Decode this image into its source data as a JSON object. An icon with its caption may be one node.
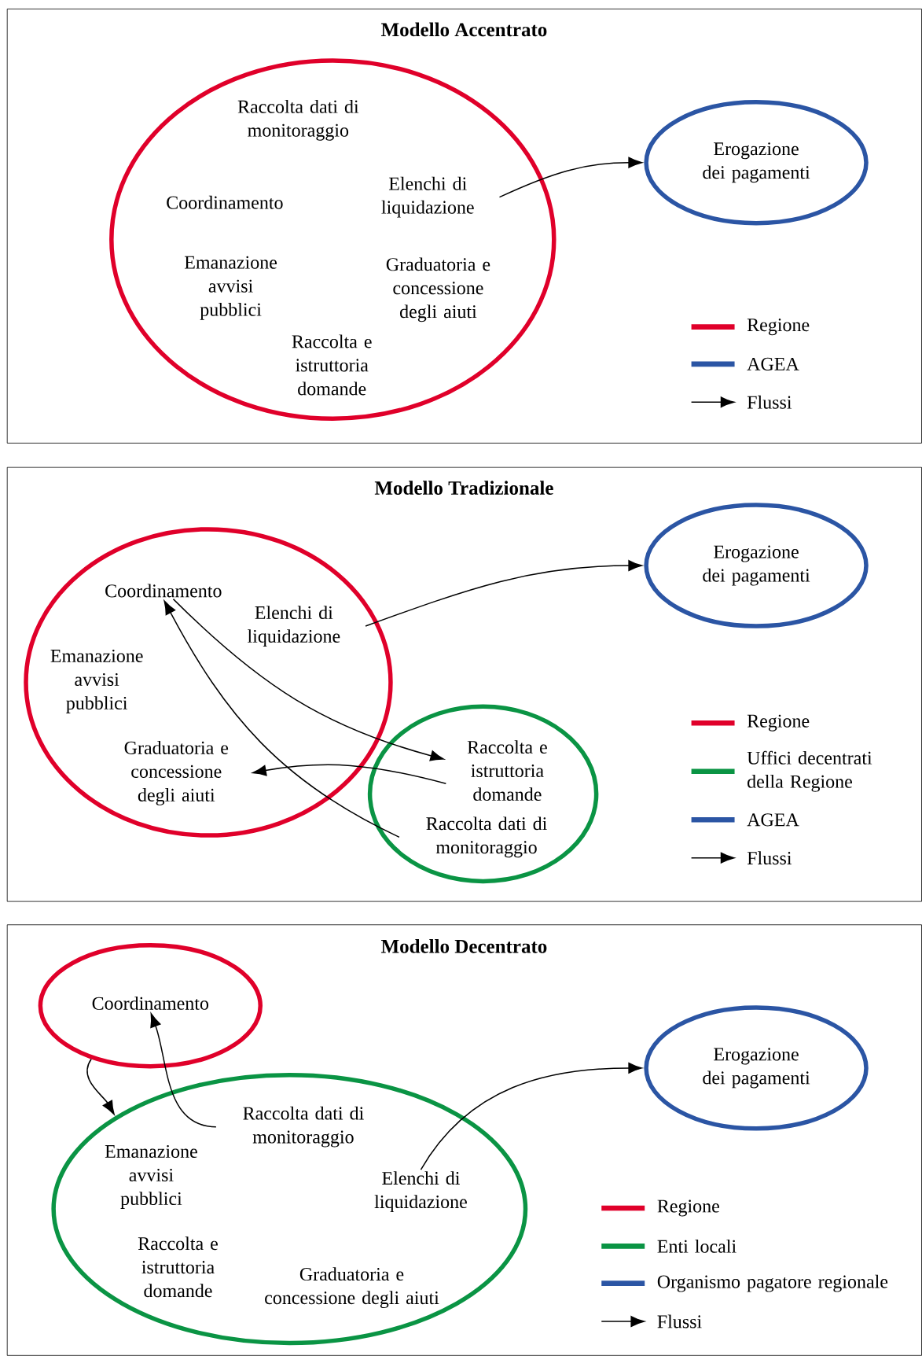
{
  "diagram": {
    "nodes": [
      {
        "text": [
          "Modello Accentrato"
        ]
      },
      {
        "text": [],
        "shape": "ellipse",
        "in": 0
      },
      {
        "text": [
          "Raccolta dati di monitoraggio"
        ],
        "in": 1
      },
      {
        "text": [
          "Coordinamento"
        ],
        "in": 1
      },
      {
        "text": [
          "Elenchi di liquidazione"
        ],
        "in": 1
      },
      {
        "text": [
          "Emanazione avvisi pubblici"
        ],
        "in": 1
      },
      {
        "text": [
          "Graduatoria e concessione degli aiuti"
        ],
        "in": 1
      },
      {
        "text": [
          "Raccolta e istruttoria domande"
        ],
        "in": 1
      },
      {
        "text": [
          "Erogazione dei pagamenti"
        ],
        "in": 0
      },
      {
        "text": [
          "Modello Tradizionale"
        ]
      },
      {
        "text": [],
        "shape": "ellipse",
        "in": 9
      },
      {
        "text": [
          "Coordinamento"
        ],
        "in": 10
      },
      {
        "text": [
          "Elenchi di liquidazione"
        ],
        "in": 10
      },
      {
        "text": [
          "Emanazione avvisi pubblici"
        ],
        "in": 10
      },
      {
        "text": [
          "Graduatoria e concessione degli aiuti"
        ],
        "in": 10
      },
      {
        "text": [],
        "shape": "ellipse",
        "in": 9
      },
      {
        "text": [
          "Raccolta e istruttoria domande"
        ],
        "in": 15
      },
      {
        "text": [
          "Raccolta dati di monitoraggio"
        ],
        "in": 15
      },
      {
        "text": [
          "Erogazione dei pagamenti"
        ],
        "in": 9
      },
      {
        "text": [
          "Modello Decentrato"
        ]
      },
      {
        "text": [],
        "shape": "ellipse",
        "in": 19
      },
      {
        "text": [
          "Coordinamento"
        ],
        "in": 20
      },
      {
        "text": [],
        "shape": "ellipse",
        "in": 19
      },
      {
        "text": [
          "Raccolta dati di monitoraggio"
        ],
        "in": 22
      },
      {
        "text": [
          "Emanazione avvisi pubblici"
        ],
        "in": 22
      },
      {
        "text": [
          "Elenchi di liquidazione"
        ],
        "in": 22
      },
      {
        "text": [
          "Raccolta e istruttoria domande"
        ],
        "in": 22
      },
      {
        "text": [
          "Graduatoria e concessione degli aiuti"
        ],
        "in": 22
      },
      {
        "text": [
          "Erogazione dei pagamenti"
        ],
        "in": 19
      }
    ],
    "edges": [
      {
        "from": 4,
        "to": 8,
        "arrow": "to"
      },
      {
        "from": 12,
        "to": 18,
        "arrow": "to"
      },
      {
        "from": 11,
        "to": 16,
        "arrow": "to"
      },
      {
        "from": 16,
        "to": 14,
        "arrow": "to"
      },
      {
        "from": 17,
        "to": 11,
        "arrow": "to"
      },
      {
        "from": 20,
        "to": 22,
        "arrow": "to"
      },
      {
        "from": 23,
        "to": 21,
        "arrow": "to"
      },
      {
        "from": 25,
        "to": 28,
        "arrow": "to"
      }
    ],
    "legend": [
      {
        "text": "Regione",
        "color": "#e0002a"
      },
      {
        "text": "AGEA",
        "color": "#2b55a4"
      },
      {
        "text": "Flussi"
      },
      {
        "text": "Regione",
        "color": "#e0002a"
      },
      {
        "text": "Uffici decentrati della Regione",
        "color": "#0a9444"
      },
      {
        "text": "AGEA",
        "color": "#2b55a4"
      },
      {
        "text": "Flussi"
      },
      {
        "text": "Regione",
        "color": "#e0002a"
      },
      {
        "text": "Enti locali",
        "color": "#0a9444"
      },
      {
        "text": "Organismo pagatore regionale",
        "color": "#2b55a4"
      },
      {
        "text": "Flussi"
      }
    ]
  }
}
